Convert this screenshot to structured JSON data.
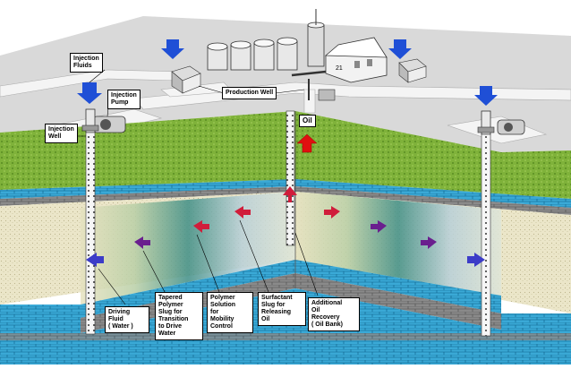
{
  "labels": {
    "injection_fluids": "Injection\nFluids",
    "injection_pump": "Injection\nPump",
    "injection_well": "Injection\nWell",
    "production_well": "Production Well",
    "oil": "Oil",
    "tank_number": "21",
    "driving_fluid": "Driving\nFluid\n( Water )",
    "tapered_polymer": "Tapered\nPolymer\nSlug for\nTransition\nto Drive\nWater",
    "polymer_solution": "Polymer\nSolution\nfor\nMobility\nControl",
    "surfactant_slug": "Surfactant\nSlug for\nReleasing\nOil",
    "additional_recovery": "Additional\nOil\nRecovery\n( Oil Bank)"
  },
  "colors": {
    "sky": "#ffffff",
    "ground_surface": "#d9d9d9",
    "road": "#f4f4f4",
    "grass": "#7fb23a",
    "aquifer_blue": "#1ea6d8",
    "shale_gray": "#7a7a7a",
    "reservoir_sand": "#e9e4c6",
    "oil_zone": "#3f8e86",
    "flow_arrow_red": "#d01d3b",
    "flow_arrow_purple": "#6a1f8e",
    "flow_arrow_blue": "#3c3cc8",
    "injection_arrow": "#1f4fd6",
    "oil_arrow": "#e01010"
  }
}
